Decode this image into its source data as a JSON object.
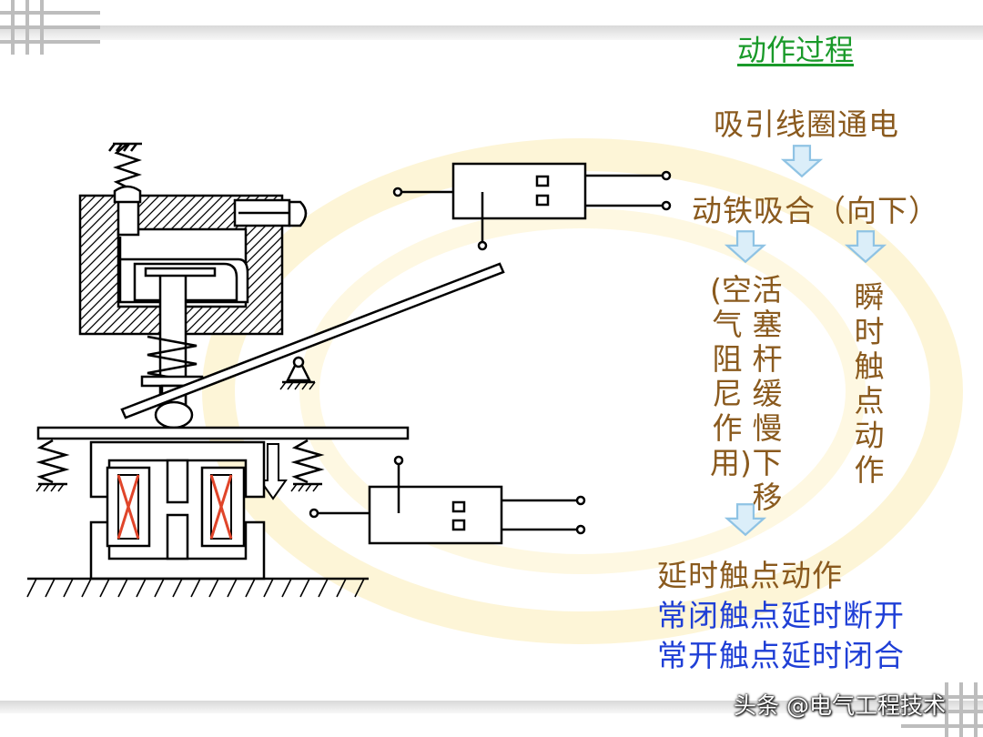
{
  "title": "动作过程",
  "flow": {
    "step1": "吸引线圈通电",
    "step2": "动铁吸合（向下）",
    "col_air": "(空气阻尼作用)",
    "col_piston": "活塞杆缓慢下移",
    "col_instant": "瞬时触点动作",
    "result1": "延时触点动作",
    "result2": "常闭触点延时断开",
    "result3": "常开触点延时闭合"
  },
  "watermark": "头条 @电气工程技术",
  "colors": {
    "title": "#1a9a2a",
    "brown_text": "#8a5a1e",
    "blue_text": "#1f3fd6",
    "arrow_fill": "#dbeef9",
    "arrow_stroke": "#8fc3e4",
    "coil_x": "#e0452a",
    "glow": "#fbe9a6"
  },
  "icons": [
    "down-arrow-icon",
    "spring-icon",
    "pivot-icon",
    "terminal-icon",
    "coil-x-icon"
  ]
}
